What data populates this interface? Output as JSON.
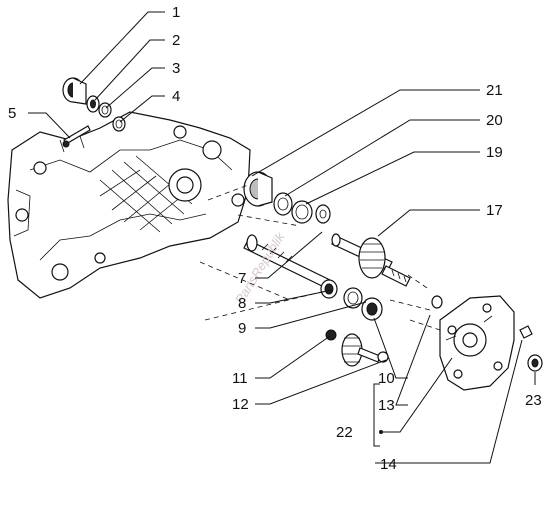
{
  "callouts": [
    "1",
    "2",
    "3",
    "4",
    "5",
    "7",
    "8",
    "9",
    "10",
    "11",
    "12",
    "13",
    "14",
    "17",
    "19",
    "20",
    "21",
    "22",
    "23"
  ],
  "watermark": "PartsRepublik"
}
